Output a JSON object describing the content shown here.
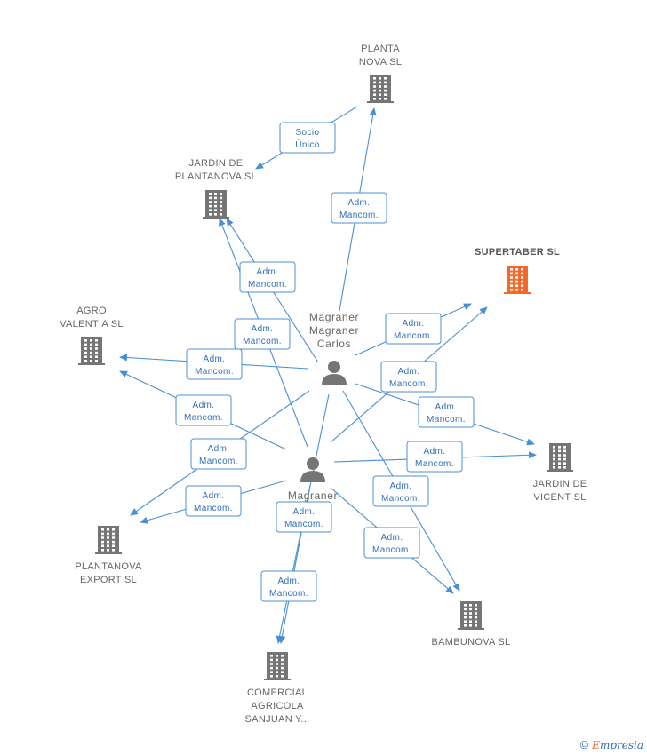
{
  "colors": {
    "edge": "#4a8fd4",
    "company": "#757575",
    "highlight": "#f26a2a",
    "person": "#757575"
  },
  "companies": [
    {
      "id": "planta_nova",
      "lines": [
        "PLANTA",
        "NOVA SL"
      ],
      "highlight": false
    },
    {
      "id": "jardin_plantanova",
      "lines": [
        "JARDIN DE",
        "PLANTANOVA SL"
      ],
      "highlight": false
    },
    {
      "id": "supertaber",
      "lines": [
        "SUPERTABER SL"
      ],
      "highlight": true
    },
    {
      "id": "agro_valentia",
      "lines": [
        "AGRO",
        "VALENTIA SL"
      ],
      "highlight": false
    },
    {
      "id": "jardin_vicent",
      "lines": [
        "JARDIN DE",
        "VICENT SL"
      ],
      "highlight": false
    },
    {
      "id": "plantanova_export",
      "lines": [
        "PLANTANOVA",
        "EXPORT SL"
      ],
      "highlight": false
    },
    {
      "id": "bambunova",
      "lines": [
        "BAMBUNOVA SL"
      ],
      "highlight": false
    },
    {
      "id": "comercial_agricola",
      "lines": [
        "COMERCIAL",
        "AGRICOLA",
        "SANJUAN Y..."
      ],
      "highlight": false
    }
  ],
  "persons": [
    {
      "id": "carlos",
      "lines": [
        "Magraner",
        "Magraner",
        "Carlos"
      ]
    },
    {
      "id": "p2",
      "lines": [
        "Magraner"
      ]
    }
  ],
  "roles": [
    [
      "Socio",
      "Único"
    ],
    [
      "Adm.",
      "Mancom."
    ],
    [
      "Adm.",
      "Mancom."
    ],
    [
      "Adm.",
      "Mancom."
    ],
    [
      "Adm.",
      "Mancom."
    ],
    [
      "Adm.",
      "Mancom."
    ],
    [
      "Adm.",
      "Mancom."
    ],
    [
      "Adm.",
      "Mancom."
    ],
    [
      "Adm.",
      "Mancom."
    ],
    [
      "Adm.",
      "Mancom."
    ],
    [
      "Adm.",
      "Mancom."
    ],
    [
      "Adm.",
      "Mancom."
    ],
    [
      "Adm.",
      "Mancom."
    ],
    [
      "Adm.",
      "Mancom."
    ],
    [
      "Adm.",
      "Mancom."
    ],
    [
      "Adm.",
      "Mancom."
    ],
    [
      "Adm.",
      "Mancom."
    ]
  ],
  "footer": {
    "copyright": "©",
    "brand_initial": "E",
    "brand_rest": "mpresia"
  }
}
